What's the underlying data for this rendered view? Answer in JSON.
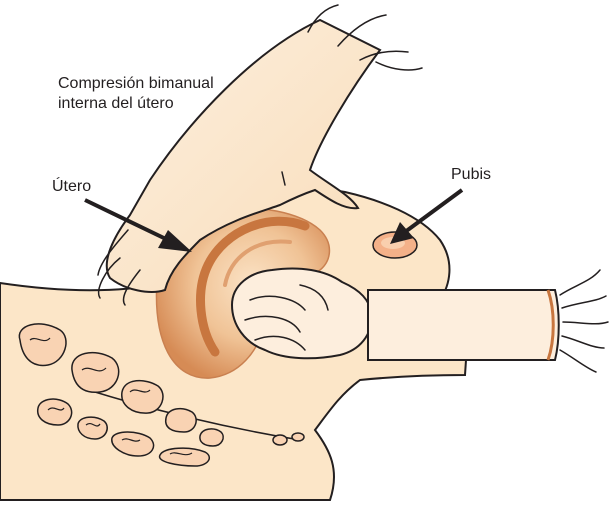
{
  "caption": {
    "line1": "Compresión bimanual",
    "line2": "interna del útero"
  },
  "labels": {
    "uterus": "Útero",
    "pubis": "Pubis"
  },
  "colors": {
    "skin": "#fce6c8",
    "skin_outline": "#231f20",
    "uterus_dark": "#d48a55",
    "uterus_mid": "#e9b487",
    "uterus_light": "#f5d2ae",
    "pubis_fill": "#f2a57e",
    "arrow": "#231f20",
    "background": "#ffffff"
  }
}
